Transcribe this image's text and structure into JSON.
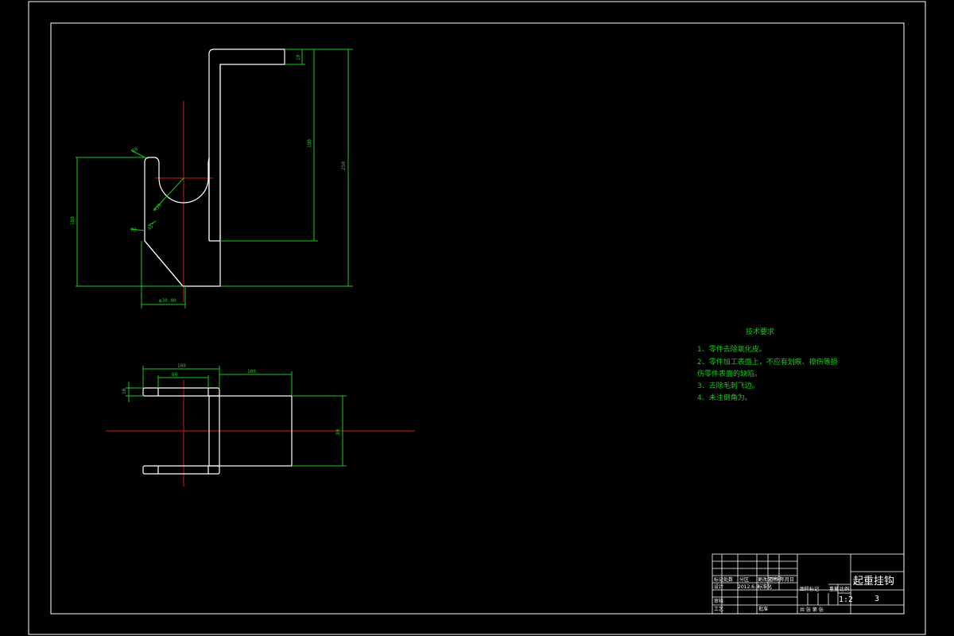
{
  "drawing": {
    "notes": {
      "heading": "技术要求",
      "items": [
        "1、零件去除氧化皮。",
        "2、零件加工表面上，不应有划痕、擦伤等损",
        "伤零件表面的缺陷。",
        "3、去除毛刺飞边。",
        "4、未注倒角为。"
      ]
    },
    "dimensions": {
      "top_lip": "10",
      "inner_height": "190",
      "overall_height": "250",
      "left_height": "180",
      "fillet_r": "R8",
      "arc_r": "R30",
      "chamfer_a": "R5",
      "chamfer_b": "45°",
      "bottom_offset": "φ30.00",
      "plan_overall": "100",
      "plan_inner": "60",
      "plan_right": "100",
      "plan_thick": "10",
      "plan_height": "80"
    },
    "title_block": {
      "part_name": "起重挂钩",
      "sheet_no": "3",
      "scale": "1:2",
      "designer_label": "设计",
      "check_label": "审核",
      "process_label": "工艺",
      "approve_label": "批准",
      "std_label": "标准化",
      "drawing_no": "图样标记",
      "date_code": "2012.6.5",
      "weight_label": "重量",
      "ratio_label": "比例",
      "sheets_label": "共 张 第 张",
      "mark_label": "标记",
      "count_label": "处数",
      "zone_label": "分区",
      "change_label": "更改文件号",
      "sign_label": "签名",
      "ymd_label": "年月日"
    },
    "colors": {
      "outline": "#ffffff",
      "centerline": "#d11a1a",
      "dimension": "#19c81e"
    }
  }
}
